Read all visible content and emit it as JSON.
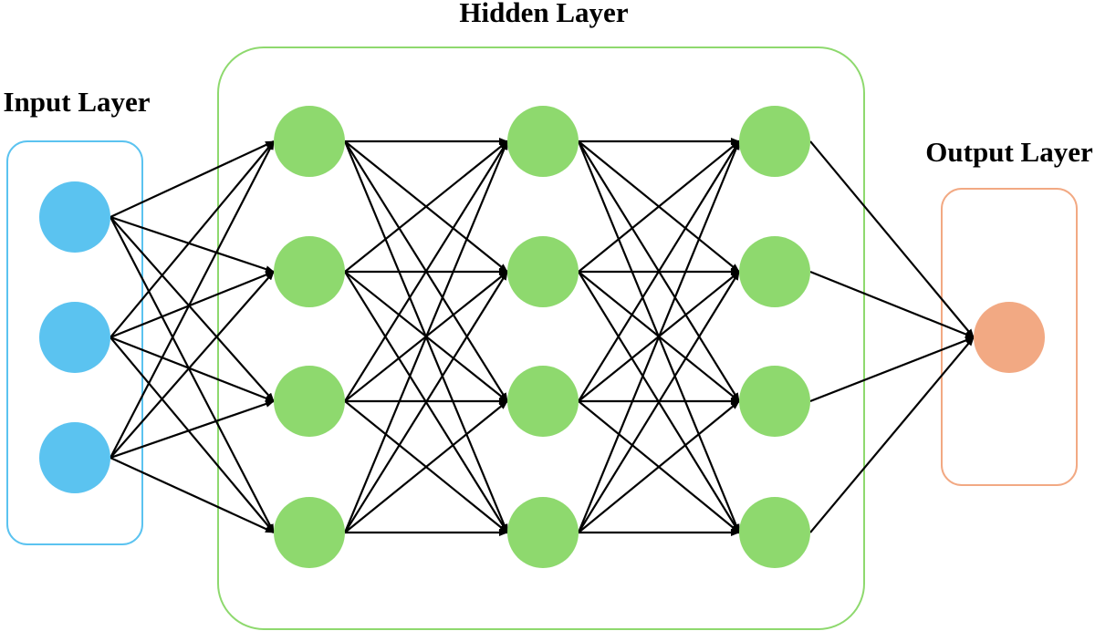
{
  "diagram": {
    "layers": [
      {
        "id": "input",
        "title": "Input Layer",
        "neurons": 3,
        "color": "#5BC3F0",
        "border_color": "#5BC3F0"
      },
      {
        "id": "hidden",
        "title": "Hidden Layer",
        "sublayers": 3,
        "neurons_per_sublayer": 4,
        "color": "#8ED96E",
        "border_color": "#8ED96E"
      },
      {
        "id": "output",
        "title": "Output Layer",
        "neurons": 1,
        "color": "#F2A983",
        "border_color": "#F2A983"
      }
    ],
    "connections": "fully-connected",
    "arrow_color": "#000000"
  }
}
